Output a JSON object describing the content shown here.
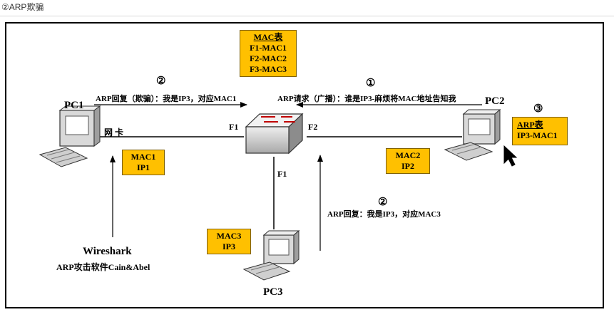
{
  "heading": "②ARP欺骗",
  "mac_table": {
    "title": "MAC表",
    "rows": [
      "F1-MAC1",
      "F2-MAC2",
      "F3-MAC3"
    ]
  },
  "step_left": {
    "num": "②",
    "text": "ARP回复（欺骗）：我是IP3，对应MAC1"
  },
  "step_right": {
    "num": "①",
    "text": "ARP请求（广播）：谁是IP3-麻烦将MAC地址告知我"
  },
  "step_bottom": {
    "num": "②",
    "text": "ARP回复：我是IP3，对应MAC3"
  },
  "arp_table": {
    "num": "③",
    "title": "ARP表",
    "row": "IP3-MAC1"
  },
  "pc1": {
    "name": "PC1",
    "nic_label": "网卡",
    "mac": "MAC1",
    "ip": "IP1"
  },
  "pc2": {
    "name": "PC2",
    "mac": "MAC2",
    "ip": "IP2"
  },
  "pc3": {
    "name": "PC3",
    "mac": "MAC3",
    "ip": "IP3"
  },
  "ports": {
    "left": "F1",
    "right": "F2",
    "bottom": "F1"
  },
  "attacker": {
    "tool": "Wireshark",
    "desc": "ARP攻击软件Cain&Abel"
  },
  "colors": {
    "box_fill": "#ffc000",
    "line": "#000000"
  }
}
